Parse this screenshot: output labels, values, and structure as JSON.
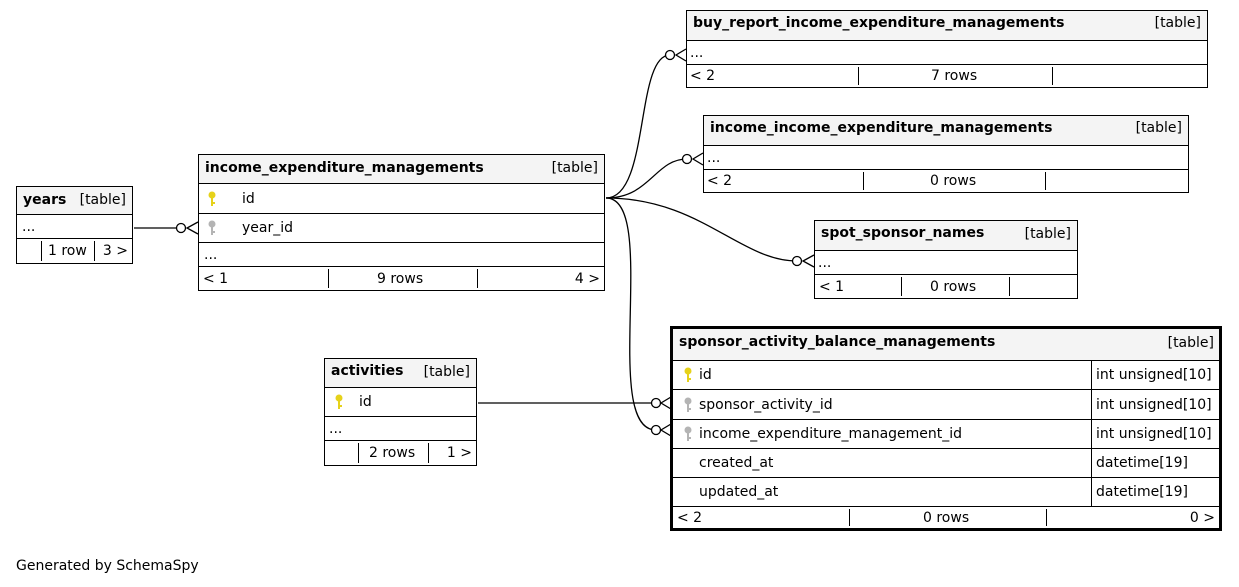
{
  "footer": "Generated by SchemaSpy",
  "tables": {
    "years": {
      "name": "years",
      "kind": "[table]",
      "ellipsis": "...",
      "rows": "1 row",
      "right": "3 >"
    },
    "iem": {
      "name": "income_expenditure_managements",
      "kind": "[table]",
      "columns": [
        "id",
        "year_id"
      ],
      "ellipsis": "...",
      "left": "< 1",
      "rows": "9 rows",
      "right": "4 >"
    },
    "buy": {
      "name": "buy_report_income_expenditure_managements",
      "kind": "[table]",
      "ellipsis": "...",
      "left": "< 2",
      "rows": "7 rows",
      "right": ""
    },
    "inc": {
      "name": "income_income_expenditure_managements",
      "kind": "[table]",
      "ellipsis": "...",
      "left": "< 2",
      "rows": "0 rows",
      "right": ""
    },
    "spot": {
      "name": "spot_sponsor_names",
      "kind": "[table]",
      "ellipsis": "...",
      "left": "< 1",
      "rows": "0 rows",
      "right": ""
    },
    "act": {
      "name": "activities",
      "kind": "[table]",
      "columns": [
        "id"
      ],
      "ellipsis": "...",
      "left": "",
      "rows": "2 rows",
      "right": "1 >"
    },
    "sabm": {
      "name": "sponsor_activity_balance_managements",
      "kind": "[table]",
      "columns": [
        {
          "name": "id",
          "type": "int unsigned[10]"
        },
        {
          "name": "sponsor_activity_id",
          "type": "int unsigned[10]"
        },
        {
          "name": "income_expenditure_management_id",
          "type": "int unsigned[10]"
        },
        {
          "name": "created_at",
          "type": "datetime[19]"
        },
        {
          "name": "updated_at",
          "type": "datetime[19]"
        }
      ],
      "left": "< 2",
      "rows": "0 rows",
      "right": "0 >"
    }
  },
  "colors": {
    "primary_key": "#e6d21a",
    "foreign_key": "#b4b4b4",
    "header_bg": "#f4f4f4"
  }
}
